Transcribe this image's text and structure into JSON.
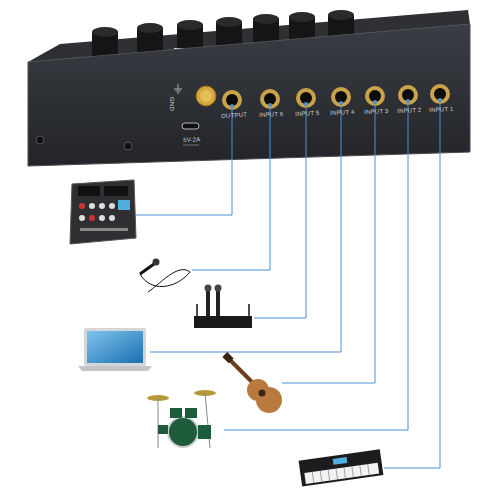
{
  "diagram": {
    "labels": [
      "GND",
      "5V-2A",
      "OUTPUT",
      "INPUT 6",
      "INPUT 5",
      "INPUT 4",
      "INPUT 3",
      "INPUT 2",
      "INPUT 1"
    ]
  }
}
